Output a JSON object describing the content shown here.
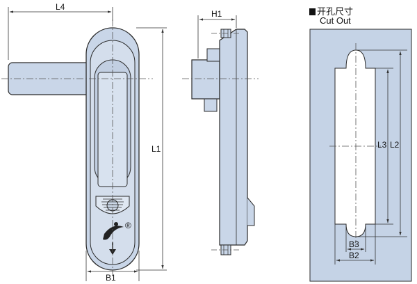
{
  "cutout": {
    "title_cn": "开孔尺寸",
    "title_en": "Cut Out"
  },
  "dimensions": {
    "L4": "L4",
    "L1": "L1",
    "B1": "B1",
    "H1": "H1",
    "L2": "L2",
    "L3": "L3",
    "B2": "B2",
    "B3": "B3"
  },
  "colors": {
    "part_fill": "#c9d6e8",
    "part_light": "#dde7f3",
    "cutout_panel": "#c5d3e6",
    "outline": "#2a2a2a",
    "dim_line": "#333333"
  },
  "logo": {
    "registered_mark": "®"
  }
}
